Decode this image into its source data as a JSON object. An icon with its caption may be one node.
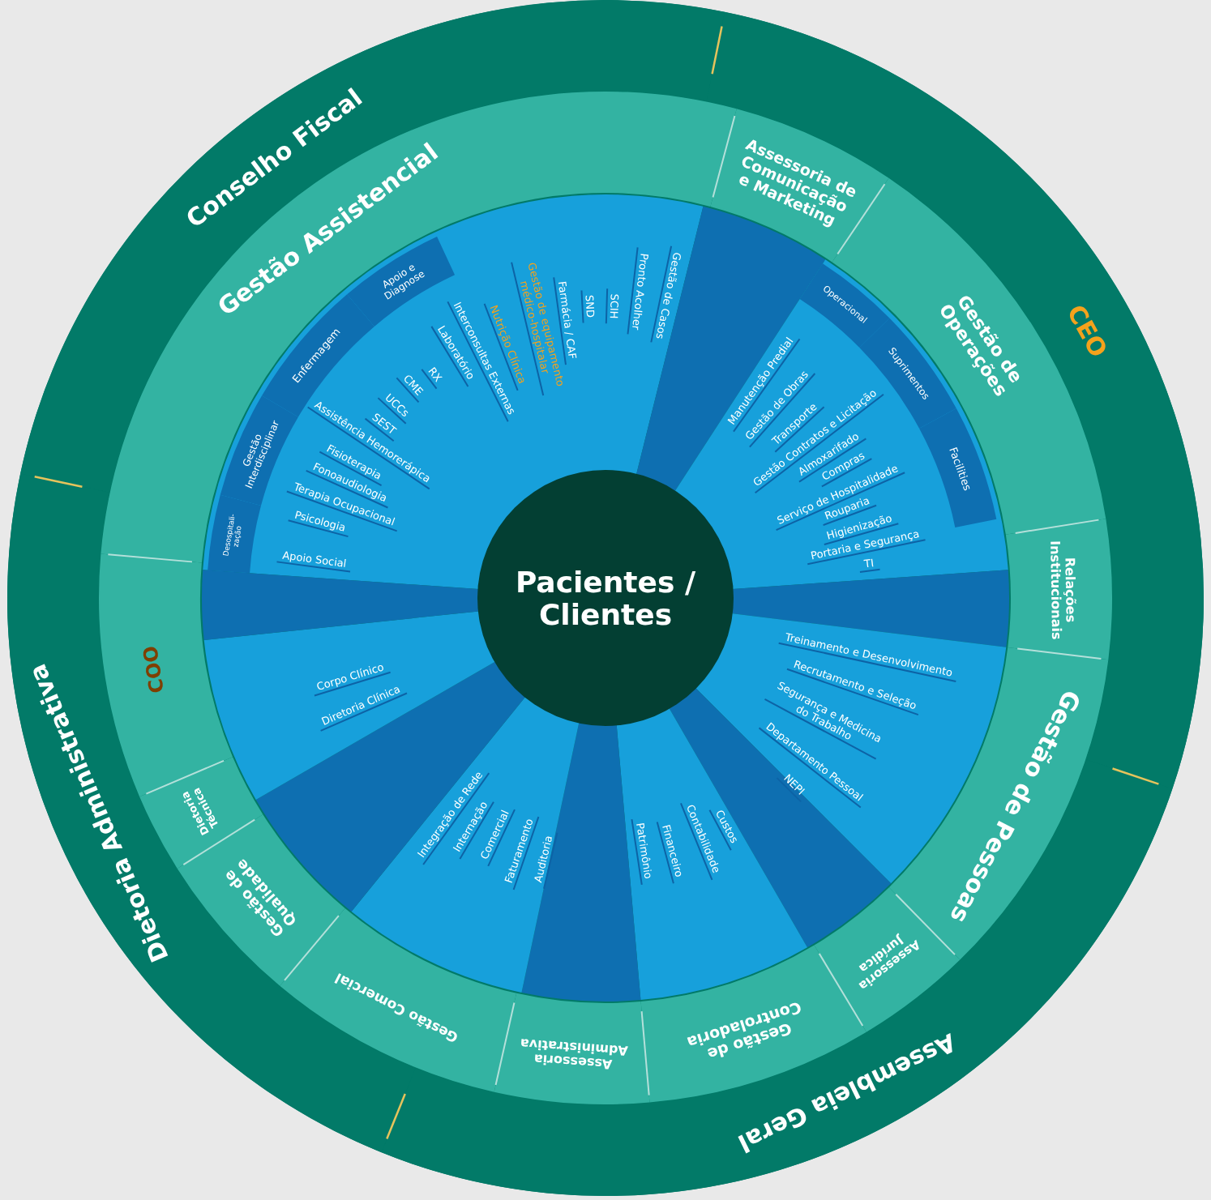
{
  "diagram": {
    "nodes": [
      {
        "text": [
          "Pacientes / Clientes"
        ]
      },
      {
        "text": [
          "Conselho Fiscal"
        ]
      },
      {
        "text": [
          "CEO"
        ]
      },
      {
        "text": [
          "Assembleia Geral"
        ]
      },
      {
        "text": [
          "Dietoria Administrativa"
        ]
      },
      {
        "text": [
          "Gestão Assistencial"
        ]
      },
      {
        "text": [
          "Assessoria de Comunicação e Marketing"
        ]
      },
      {
        "text": [
          "Gestão de Operações"
        ]
      },
      {
        "text": [
          "Relações Institucionais"
        ]
      },
      {
        "text": [
          "Gestão de Pessoas"
        ]
      },
      {
        "text": [
          "Assessoria Jurídica"
        ]
      },
      {
        "text": [
          "Gestão de Controladoria"
        ]
      },
      {
        "text": [
          "Assessoria Administrativa"
        ]
      },
      {
        "text": [
          "Gestão Comercial"
        ]
      },
      {
        "text": [
          "Gestão de Qualidade"
        ]
      },
      {
        "text": [
          "Dietoria Técnica"
        ]
      },
      {
        "text": [
          "COO"
        ]
      },
      {
        "text": [
          "Desospitali- zação"
        ]
      },
      {
        "text": [
          "Gestão Interdisciplinar"
        ]
      },
      {
        "text": [
          "Enfermagem"
        ]
      },
      {
        "text": [
          "Apoio e Diagnose"
        ]
      },
      {
        "text": [
          "Operacional"
        ]
      },
      {
        "text": [
          "Suprimentos"
        ]
      },
      {
        "text": [
          "Facilities"
        ]
      }
    ],
    "labels": [
      "Apoio Social",
      "Psicologia",
      "Terapia Ocupacional",
      "Fonoaudiologia",
      "Fisioterapia",
      "Assistência Hemorerápica",
      "SEST",
      "UCCs",
      "CME",
      "RX",
      "Laboratório",
      "Interconsultas Externas",
      "Nutrição Clínica",
      "Gestão de equipamento médico-hospitalar",
      "Farmácia / CAF",
      "SND",
      "SCIH",
      "Pronto Acolher",
      "Gestão de Casos",
      "Manutenção Predial",
      "Gestão de Obras",
      "Transporte",
      "Gestão Contratos e Licitação",
      "Almoxarifado",
      "Compras",
      "Serviço de Hospitalidade",
      "Rouparia",
      "Higienização",
      "Portaria e Segurança",
      "TI",
      "Treinamento e Desenvolvimento",
      "Recrutamento e Seleção",
      "Segurança e Medicina do Trabalho",
      "Departamento Pessoal",
      "NEPI",
      "Custos",
      "Contabilidade",
      "Financeiro",
      "Patrimônio",
      "Auditoria",
      "Faturamento",
      "Comercial",
      "Internação",
      "Integração de Rede",
      "Corpo Clínico",
      "Diretoria Clínica"
    ]
  }
}
